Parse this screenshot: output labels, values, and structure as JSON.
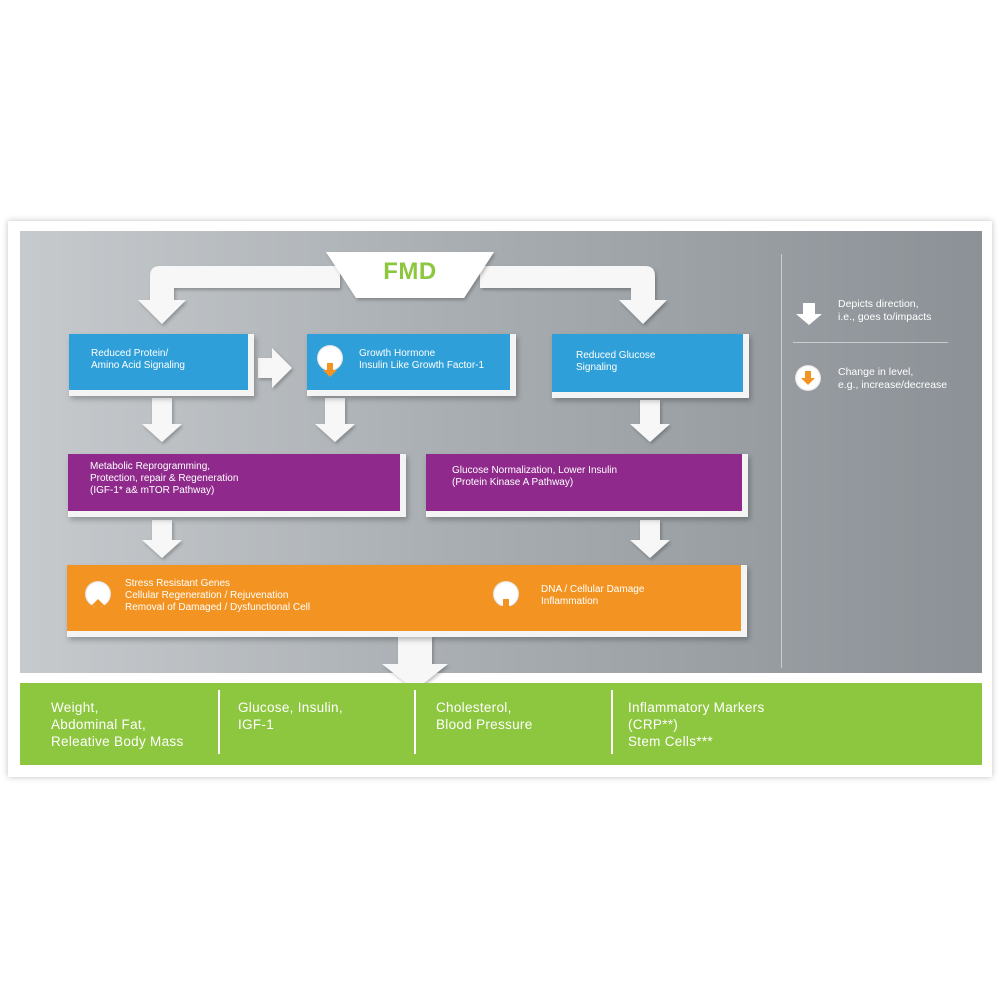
{
  "title": "FMD",
  "nodes": {
    "protein": "Reduced Protein/\nAmino Acid Signaling",
    "growth": "Growth Hormone\nInsulin Like Growth Factor-1",
    "glucose": "Reduced Glucose\nSignaling",
    "metabolic": "Metabolic Reprogramming,\nProtection, repair & Regeneration\n(IGF-1* a& mTOR Pathway)",
    "normalization": "Glucose Normalization, Lower Insulin\n(Protein Kinase A Pathway)",
    "stress": "Stress Resistant Genes\nCellular Regeneration / Rejuvenation\nRemoval of Damaged / Dysfunctional Cell",
    "damage": "DNA / Cellular Damage\nInflammation"
  },
  "legend": {
    "direction": "Depicts direction,\ni.e., goes to/impacts",
    "change": "Change in level,\ne.g., increase/decrease"
  },
  "outcomes": [
    "Weight,\nAbdominal Fat,\nReleative Body Mass",
    "Glucose, Insulin,\nIGF-1",
    "Cholesterol,\nBlood Pressure",
    "Inflammatory Markers\n(CRP**)\nStem Cells***"
  ],
  "colors": {
    "blue": "#2e9fd8",
    "purple": "#8f2a8c",
    "orange": "#f39422",
    "green": "#8dc63f",
    "gray": "#a9aeb2"
  },
  "icons": {
    "direction": "white-down-arrow-icon",
    "change": "orange-arrow-circle-icon"
  }
}
